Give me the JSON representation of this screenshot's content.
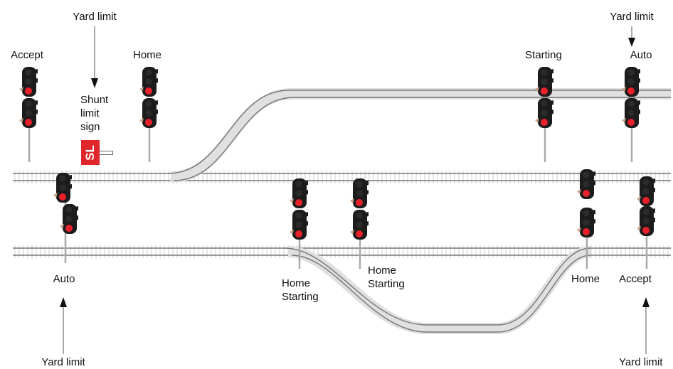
{
  "labels": {
    "yard_limit_top_left": "Yard limit",
    "yard_limit_top_right": "Yard limit",
    "yard_limit_bottom_left": "Yard limit",
    "yard_limit_bottom_right": "Yard limit",
    "accept_left": "Accept",
    "home_left": "Home",
    "shunt_limit_sign": "Shunt\nlimit\nsign",
    "starting_top_right": "Starting",
    "auto_top_right": "Auto",
    "auto_bottom_left": "Auto",
    "home_starting_1": "Home\nStarting",
    "home_starting_2": "Home\nStarting",
    "home_right": "Home",
    "accept_right": "Accept"
  },
  "sign": {
    "text": "SL",
    "color": "#e0262b"
  },
  "colors": {
    "signal_head": "#1c1c1c",
    "red_light": "#e8202a",
    "arm_color": "#c9a58a",
    "track": "#888888",
    "sleeper": "#c8c8c8"
  }
}
